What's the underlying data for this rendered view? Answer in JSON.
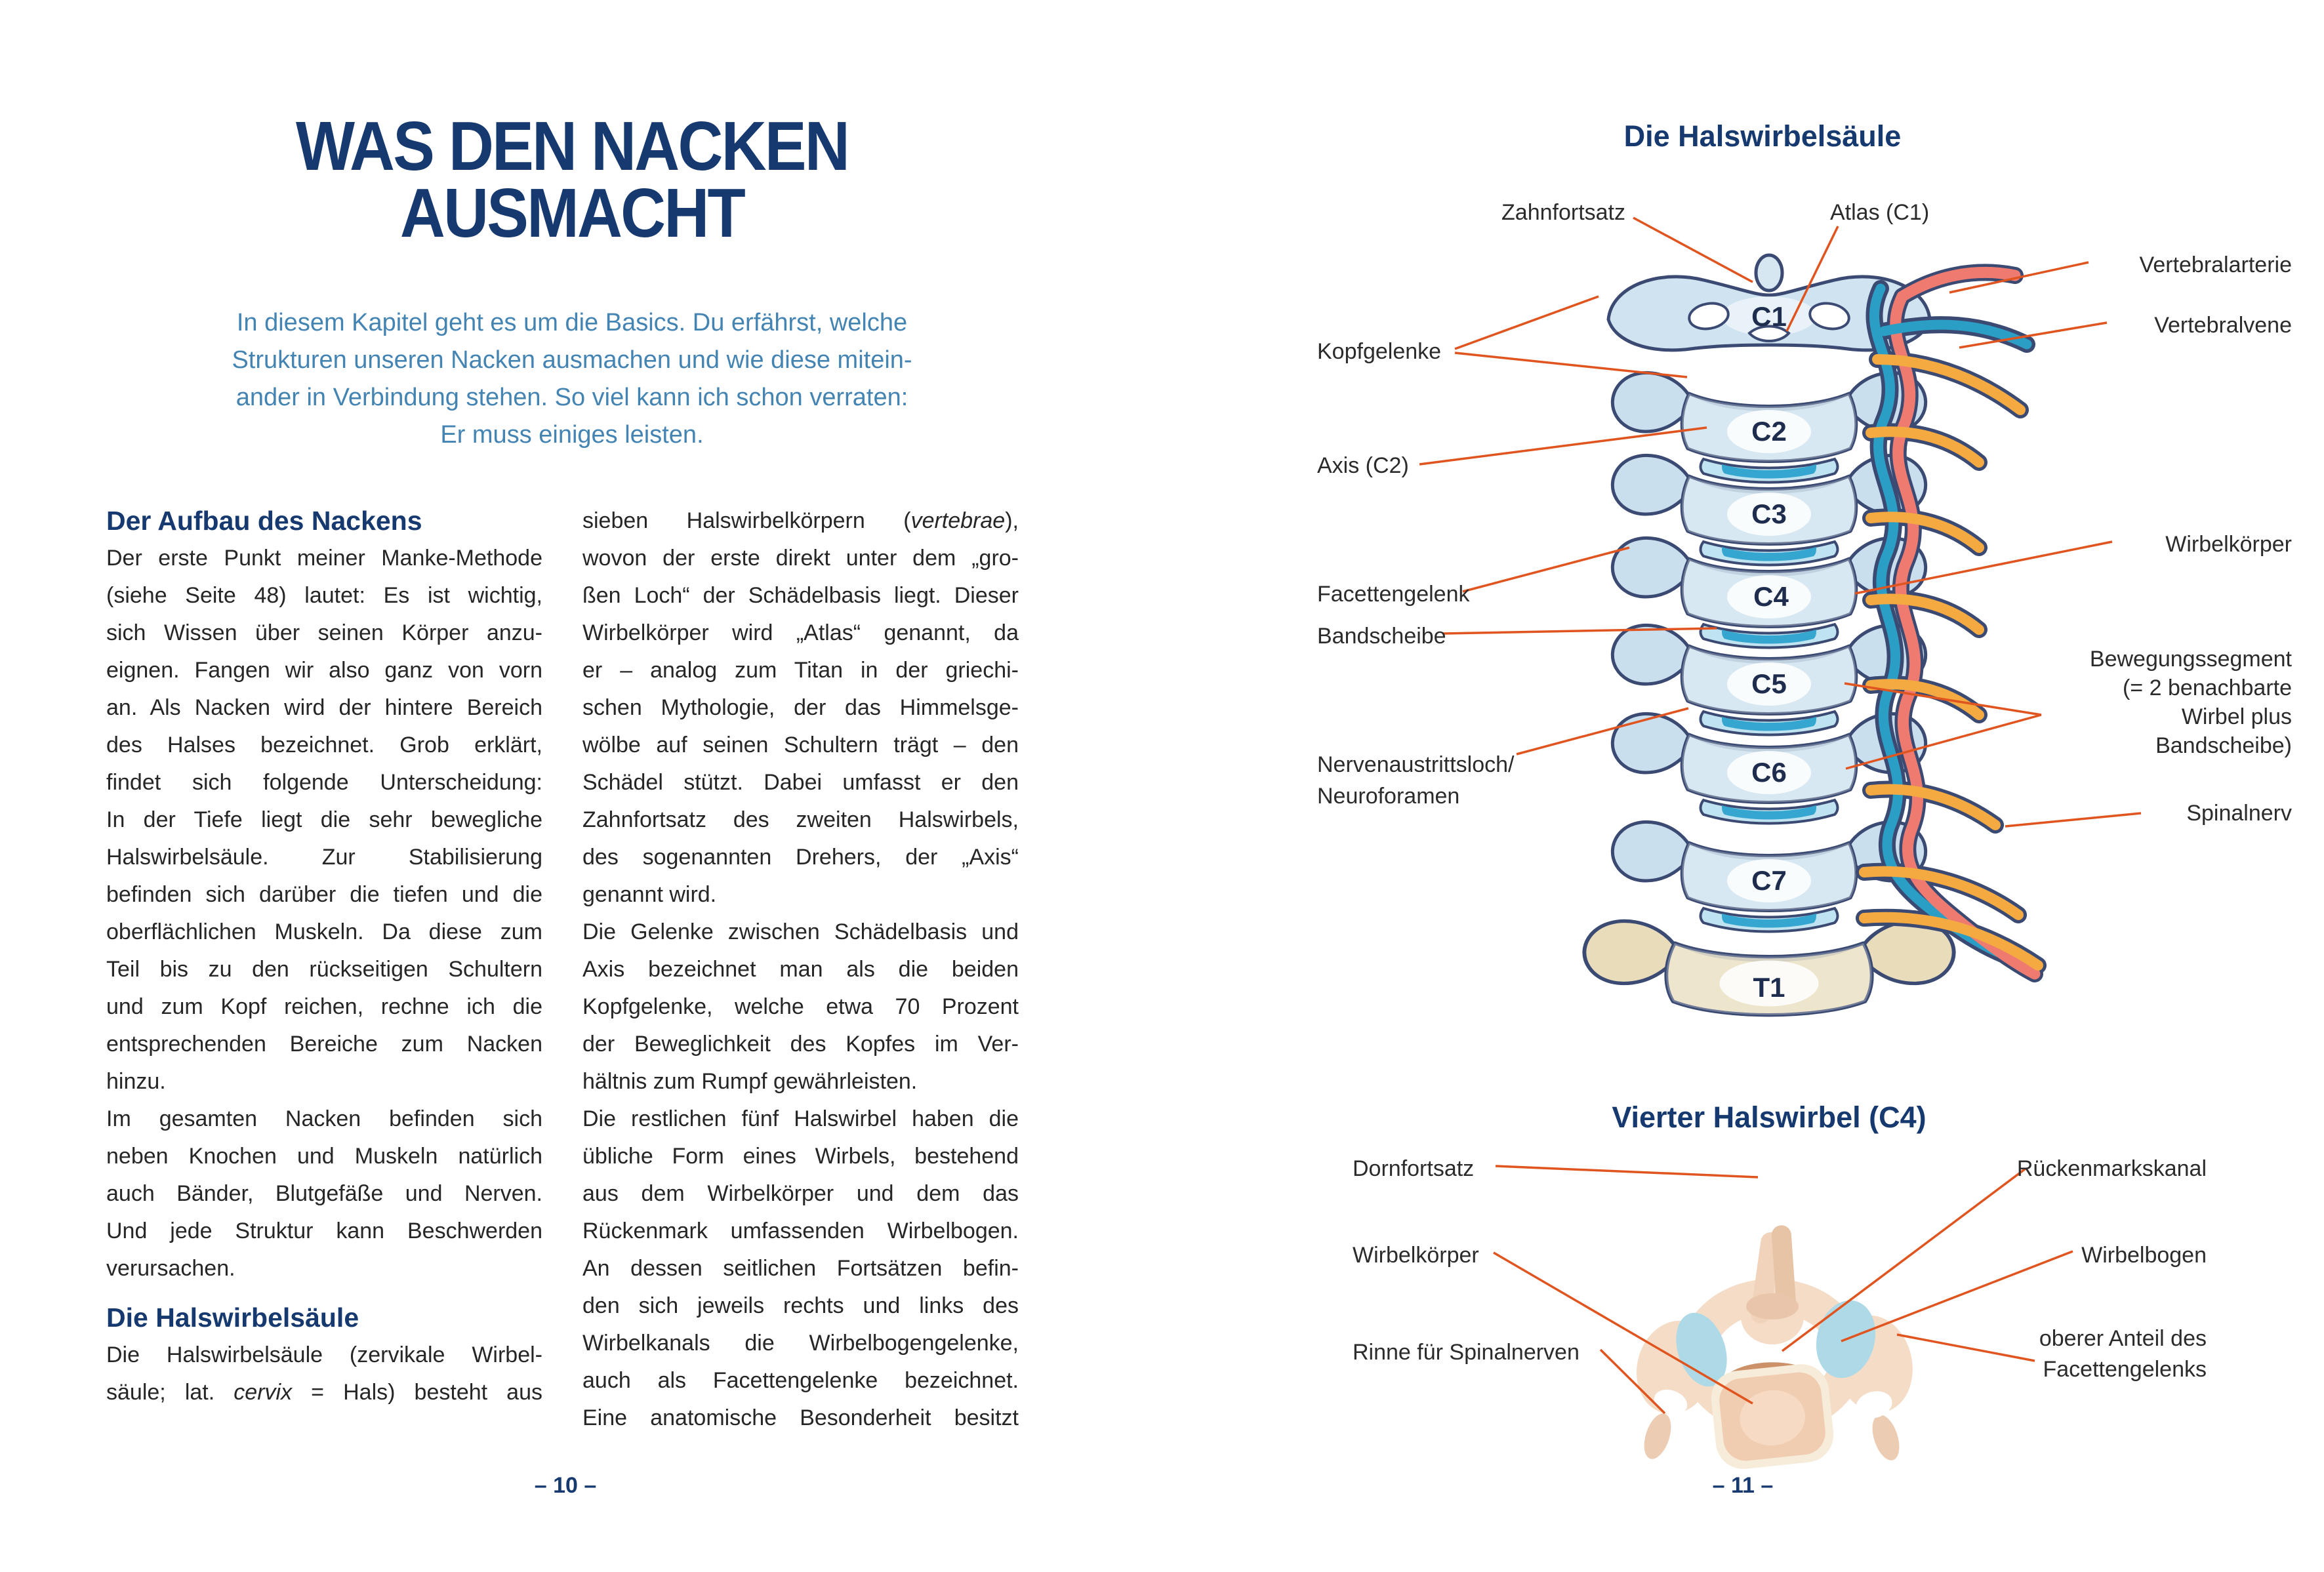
{
  "page_left": {
    "title_lines": [
      "WAS DEN NACKEN",
      "AUSMACHT"
    ],
    "intro_lines": [
      "In diesem Kapitel geht es um die Basics. Du erfährst, welche",
      "Strukturen unseren Nacken ausmachen und wie diese mitein-",
      "ander in Verbindung stehen. So viel kann ich schon verraten:",
      "Er muss einiges leisten."
    ],
    "col1": {
      "heading1": "Der Aufbau des Nackens",
      "para1_lines": [
        "Der erste Punkt meiner Manke-Methode",
        "(siehe Seite 48) lautet: Es ist wichtig,",
        "sich Wissen über seinen Körper anzu-",
        "eignen. Fangen wir also ganz von vorn",
        "an. Als Nacken wird der hintere Bereich",
        "des Halses bezeichnet. Grob erklärt,",
        "findet sich folgende Unterscheidung:",
        "In der Tiefe liegt die sehr bewegliche",
        "Halswirbelsäule. Zur Stabilisierung",
        "befinden sich darüber die tiefen und die",
        "oberflächlichen Muskeln. Da diese zum",
        "Teil bis zu den rückseitigen Schultern",
        "und zum Kopf reichen, rechne ich die",
        "entsprechenden Bereiche zum Nacken",
        "hinzu."
      ],
      "para2_lines": [
        "Im gesamten Nacken befinden sich",
        "neben Knochen und Muskeln natürlich",
        "auch Bänder, Blutgefäße und Nerven.",
        "Und jede Struktur kann Beschwerden",
        "verursachen."
      ],
      "heading2": "Die Halswirbelsäule",
      "para3_lines": [
        "Die Halswirbelsäule (zervikale Wirbel-",
        "säule; lat. *cervix* = Hals) besteht aus"
      ]
    },
    "col2": {
      "para1_lines": [
        "sieben Halswirbelkörpern (*vertebrae*),",
        "wovon der erste direkt unter dem „gro-",
        "ßen Loch“ der Schädelbasis liegt. Dieser",
        "Wirbelkörper wird „Atlas“ genannt, da",
        "er – analog zum Titan in der griechi-",
        "schen Mythologie, der das Himmelsge-",
        "wölbe auf seinen Schultern trägt – den",
        "Schädel stützt. Dabei umfasst er den",
        "Zahnfortsatz des zweiten Halswirbels,",
        "des sogenannten Drehers, der „Axis“",
        "genannt wird."
      ],
      "para2_lines": [
        "Die Gelenke zwischen Schädelbasis und",
        "Axis bezeichnet man als die beiden",
        "Kopfgelenke, welche etwa 70 Prozent",
        "der Beweglichkeit des Kopfes im Ver-",
        "hältnis zum Rumpf gewährleisten."
      ],
      "para3_lines": [
        "Die restlichen fünf Halswirbel haben die",
        "übliche Form eines Wirbels, bestehend",
        "aus dem Wirbelkörper und dem das",
        "Rückenmark umfassenden Wirbelbogen.",
        "An dessen seitlichen Fortsätzen befin-",
        "den sich jeweils rechts und links des",
        "Wirbelkanals die Wirbelbogengelenke,",
        "auch als Facettengelenke bezeichnet.",
        "Eine anatomische Besonderheit besitzt"
      ]
    },
    "page_number": "– 10 –"
  },
  "page_right": {
    "diagram1": {
      "title": "Die Halswirbelsäule",
      "vertebrae": [
        "C1",
        "C2",
        "C3",
        "C4",
        "C5",
        "C6",
        "C7",
        "T1"
      ],
      "labels": {
        "zahnfortsatz": "Zahnfortsatz",
        "atlas": "Atlas (C1)",
        "vertebralarterie": "Vertebralarterie",
        "vertebralvene": "Vertebralvene",
        "kopfgelenke": "Kopfgelenke",
        "axis": "Axis (C2)",
        "facettengelenk": "Facettengelenk",
        "bandscheibe": "Bandscheibe",
        "wirbelkoerper": "Wirbelkörper",
        "bewegungssegment_lines": [
          "Bewegungssegment",
          "(= 2 benachbarte",
          "Wirbel plus",
          "Bandscheibe)"
        ],
        "nervenaustritt_lines": [
          "Nervenaustrittsloch/",
          "Neuroforamen"
        ],
        "spinalnerv": "Spinalnerv"
      }
    },
    "diagram2": {
      "title": "Vierter Halswirbel (C4)",
      "labels": {
        "dornfortsatz": "Dornfortsatz",
        "rueckenmarkskanal": "Rückenmarkskanal",
        "wirbelkoerper": "Wirbelkörper",
        "wirbelbogen": "Wirbelbogen",
        "rinne": "Rinne für Spinalnerven",
        "oberer_anteil_lines": [
          "oberer Anteil des",
          "Facettengelenks"
        ]
      }
    },
    "page_number": "– 11 –"
  },
  "colors": {
    "heading_navy": "#16396f",
    "intro_blue": "#4484b3",
    "body_text": "#262626",
    "leader_orange": "#e0551f",
    "bone_blue": "#c9dfee",
    "bone_outline": "#3b4a72",
    "disc_teal": "#35a6cf",
    "artery_red": "#ee7a70",
    "vein_blue": "#2b9ec6",
    "nerve_yellow": "#f4aa41",
    "t1_beige": "#e8dcba",
    "c4_peach": "#f4dcc7",
    "c4_facet_blue": "#aed9e7"
  }
}
